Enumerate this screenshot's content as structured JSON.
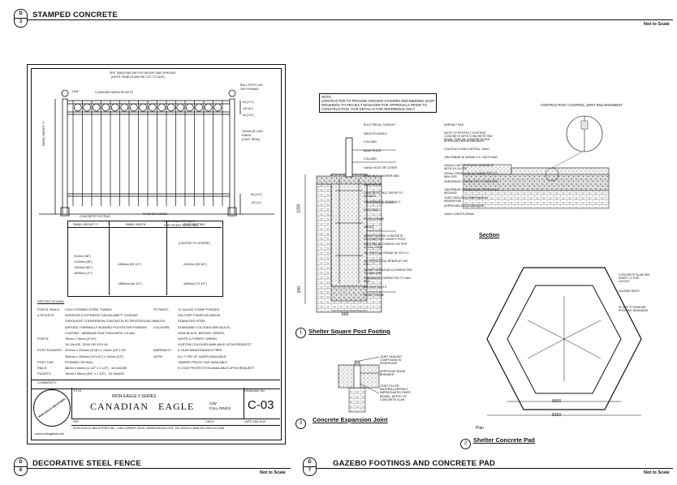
{
  "sheets": {
    "d3": {
      "row": "D",
      "num": "3",
      "title": "STAMPED CONCRETE",
      "scale": "Not to Scale"
    },
    "d6": {
      "row": "D",
      "num": "6",
      "title": "DECORATIVE STEEL FENCE",
      "scale": "Not to Scale"
    },
    "d7": {
      "row": "D",
      "num": "7",
      "title": "GAZEBO FOOTINGS AND CONCRETE PAD",
      "scale": "Not to Scale"
    }
  },
  "fence": {
    "top_note": "SEE TABLE BELOW FOR HEIGHT AND SPACING",
    "top_note2": "(NOTE: PANELS MAY BE CUT TO SUIT)",
    "dim_spacing": "3 5/8\"",
    "dim_clear": "CLEAR BETWEEN PICKETS",
    "ball_cap": "BALL POST CAP",
    "ball_cap2": "OR PYRAMID",
    "dim_r1": "64 (2.5\")",
    "dim_r2": "152 (6\")",
    "dim_r3": "64 (2.5\")",
    "ring_note": "152mm (6\") DIA.",
    "ring_note2": "RINGS",
    "ring_note3": "(CAST IRON)",
    "panel_height": "PANEL HEIGHT ***",
    "dim_bottom": "64 (2.5\")",
    "dim_bottom2": "102 (4\")",
    "footing": "CONCRETE FOOTING",
    "grade": "FINISHED GRADE",
    "rails_note": "PRE-PUNCHED RAILS",
    "rails_note2": "FOR PICKET INSERTION",
    "table_headers": [
      "PANEL HEIGHT ***",
      "PANEL WIDTH",
      "POST SETTING"
    ],
    "table_sub": "(CENTRE TO CENTRE)",
    "table_heights": [
      "914mm (36\")",
      "1219mm (48\")",
      "1524mm (60\")",
      "1829mm (72\")"
    ],
    "width1": "2286mm (90 1/2\")",
    "setting1": "2432mm (95 3/4\")",
    "width2": "1/858mm (84 1/2\")",
    "setting2": "1800mm (74 3/4\")",
    "specs_title": "SPECIFICATIONS:",
    "specs_left": [
      [
        "POSTS, RAILS:",
        "COLD FORMED STEEL TUBING"
      ],
      [
        "& PICKETS",
        "INTERIOR & EXTERIOR GALVALUME™ COATING"
      ],
      [
        "",
        "THROUGHT CONVERSION COATING ELECTROSTATICALLY"
      ],
      [
        "",
        "APPLIED THERMALLY BONDED POLYESTER POWDER"
      ],
      [
        "",
        "COATING - MINIMUM FILM THICKNESS 2.5 mils"
      ],
      [
        "POSTS:",
        "76mm x 76mm (3\"x3\")"
      ],
      [
        "",
        "14 GAUGE, SS40 OR SCH 40"
      ],
      [
        "POST FLANGES:",
        "203mm x 203mm (8\"x8\") x 13mm (1/2\") OR"
      ],
      [
        "",
        "254mm x 254mm (10\"x10\") x 13mm (1/2\")"
      ],
      [
        "POST CAP:",
        "FITINNED OR BALL"
      ],
      [
        "RAILS:",
        "38mm x 64mm (1 1/2\" x 2 1/2\") , 16 GAUGE"
      ],
      [
        "PICKETS:",
        "19mm x 38mm (3/4\" x 1 1/2\") , 16 GAUGE"
      ]
    ],
    "specs_right": [
      [
        "FITTINGS:",
        "12 GAUGE STAMP FORGED"
      ],
      [
        "",
        "FACTORY FINISH AS ABOVE"
      ],
      [
        "WELDS:",
        "STAINLESS STEEL"
      ],
      [
        "COLOURS:",
        "STANDARD COLOURS ARE BLACK,"
      ],
      [
        "",
        "SEMI-BLACK, BROWN, GREEN,"
      ],
      [
        "",
        "WHITE & FOREST GREEN"
      ],
      [
        "",
        "CUSTOM COLOURS AVAILABLE UPON REQUEST"
      ],
      [
        "WARRANTY:",
        "5 YEAR MAINTENANCE FREE"
      ],
      [
        "NOTE:",
        "ALL TYPE OF GATES AVAILABLE"
      ],
      [
        "",
        "TAMPER PROOF NUT AVAILABLE"
      ],
      [
        "",
        "E-COAT PROTECTION AVAILABLE UPON REQUEST"
      ]
    ],
    "comments": "COMMENTS:",
    "tb_title_lbl": "TITLE",
    "tb_series": "IRON EAGLE II SERIES",
    "tb_title": "CANADIAN   EAGLE",
    "tb_sub": "C/W",
    "tb_sub2": "FULL RINGS",
    "tb_drawing_lbl": "DRAWING No.",
    "tb_drawing": "C-03",
    "tb_ref": "REF.",
    "tb_chkd": "CHK'D",
    "tb_date": "DATE  JAN 2010",
    "tb_company": "IRON EAGLE INDUSTRIES INC.   1256 CARDIFF BLVD. MISSISSAUGA ONT.      TEL  905-670-2558      FAX  905-670-2538",
    "tb_url": "www.ironeagleind.com",
    "logo_text": "IRON EAGLE INDUSTRIES"
  },
  "stamped": {
    "note": "NOTE:\nCONTRACTOR TO PROVIDE ONTARIO STAMPED ENGINEERED SHOP\nDRAWINGS TO PROJECT MANAGER FOR APPROVALS PRIOR TO\nCONSTRUCTION. THIS DETAIL IS FOR REFERENCE ONLY.",
    "fig1_num": "1",
    "fig1_title": "Shelter Square Post Footing",
    "fig3_num": "3",
    "fig3_title": "Concrete Expansion Joint",
    "fig2_num": "2",
    "fig2_title": "Shelter Concrete Pad",
    "section_title": "Section",
    "plan_lbl": "Plan",
    "joint_title": "CONTRACTION / CONTROL JOINT ENLARGEMENT",
    "dim_1200": "1200",
    "dim_200": "200",
    "dim_600": "600",
    "dim_6600": "6600",
    "dim_8150": "8150"
  },
  "footing_labels": [
    "ELECTRICAL CONDUIT",
    "SMOOTH ANGLE",
    "COLUMN",
    "BASE PLATE",
    "COLUMN",
    "HAND HOLE OR COVER",
    "LOCK NUT, WASHER AND",
    "BASE PLATE",
    "CONCRETE PAD, REFER TO DETAIL 2",
    "15M REBAR @ 300MM O.C.",
    "EACH WAY",
    "FINISH GRADE",
    "GROUT",
    "25MPA SQUARE CONCRETE FOOTING FOR CANOPY POST",
    "ELECTRICAL CONDUIT AS PER LOCAL CODE",
    "4M VERTICAL REBAR @ 200 O.C.",
    "4M HORIZONTAL REBAR AT 200 O.C.",
    "300MM GRANULAR A COMPACTED TO 98% SPD",
    "SUBGRADE COMPACTED TO 98% SPD",
    "ANCHOR BOLTS",
    "FINISH GRADE"
  ],
  "section_labels": [
    "ASPHALT PAD",
    "NOTE TO PROTECT EXISTING CONCRETE WITH CONCRETE PAD EDGE, TYPICAL CONCRETE PAD",
    "APPROVED BOND BREAKER",
    "CONTRACTION/CONTROL JOINT",
    "15M REBAR @ 300MM O.C. EACH WAY",
    "150mm CAST IN PLACE CONCRETE WITH 3% SLOPE",
    "200mm GRANULAR A COMPACTED TO 98% SPD",
    "SUBGRADE COMPACTED TO 98% SPD",
    "15M REBAR CONTINUOUS TYPICAL ALL AROUND",
    "JOINT SEALING COMPOUND IN RESERVOIR",
    "APPROVED BOND BREAKER",
    "15mm LONGITUDINAL"
  ],
  "joint_labels": [
    "JOINT SEALING COMPOUND IN RESERVOIR",
    "APPROVED BOND BREAKER",
    "JOINT FILLER MATERIAL ASPHALT IMPREGNATED FIBER BOARD, DEPTH OF CONCRETE SLAB"
  ],
  "plan_labels": [
    "CONCRETE SLAB SEE SHEET L3 FOR LAYOUT",
    "GAZEBO BODY",
    "SLOPE TO ENSURE POSITIVE DRAINAGE"
  ]
}
